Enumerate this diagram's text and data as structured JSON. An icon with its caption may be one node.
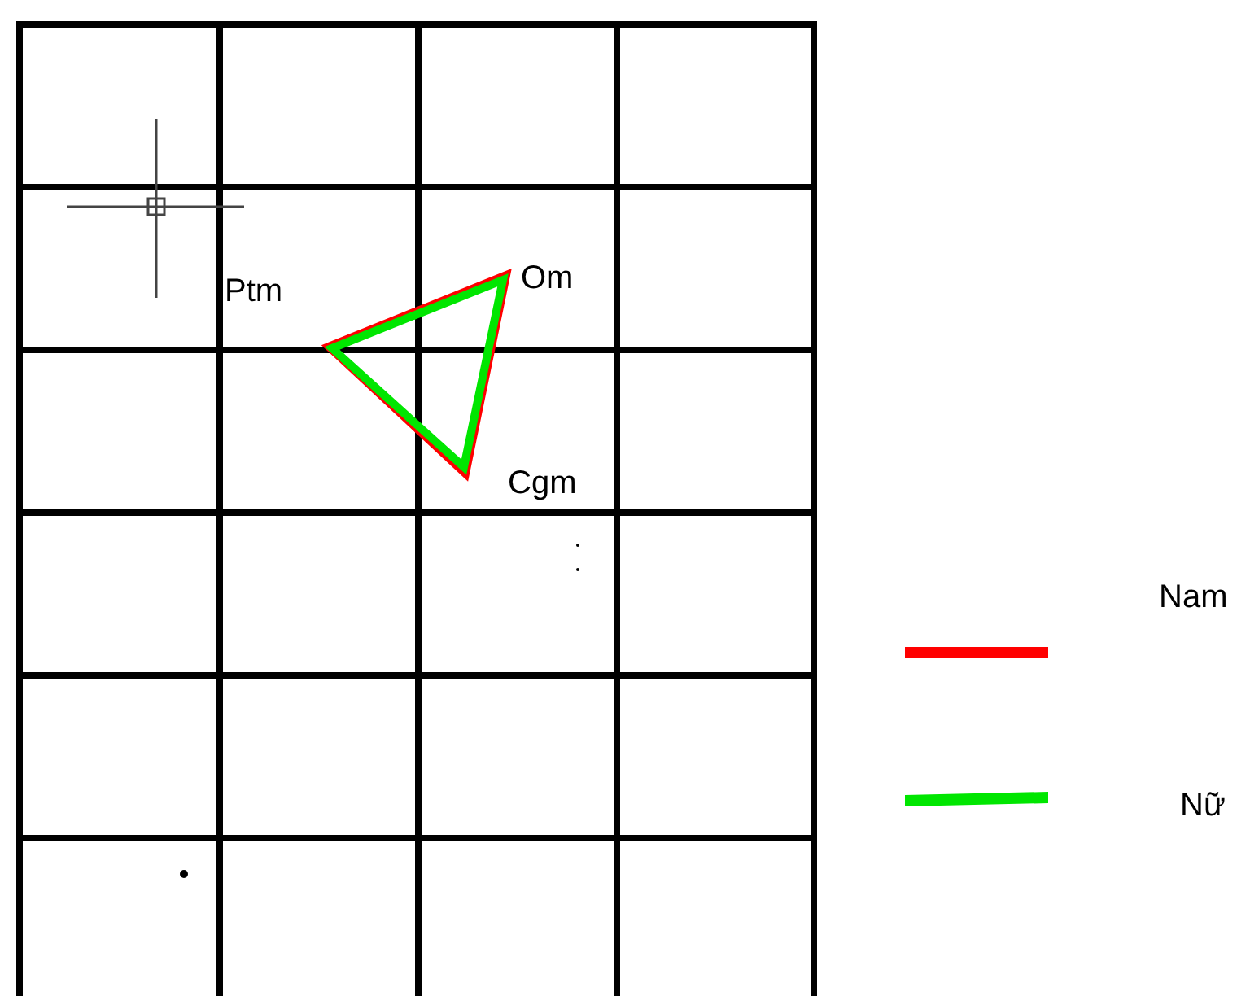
{
  "diagram": {
    "labels": [
      "Ptm",
      "Om",
      "Cgm"
    ],
    "legend": [
      {
        "text": "Nam",
        "color": "#ff0000"
      },
      {
        "text": "Nữ",
        "color": "#00e600"
      }
    ]
  }
}
